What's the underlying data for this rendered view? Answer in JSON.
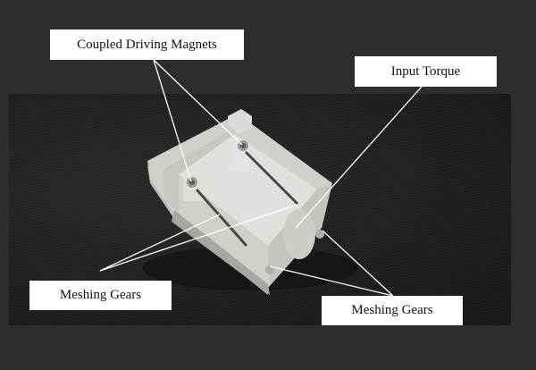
{
  "figure": {
    "background_color": "#2d2d2b",
    "photo_background": "#1e1e1d",
    "device_color": "#d9d7d3",
    "annotation_color": "#ffffff"
  },
  "labels": {
    "coupled_magnets": "Coupled Driving Magnets",
    "input_torque": "Input Torque",
    "meshing_gears_left": "Meshing Gears",
    "meshing_gears_right": "Meshing Gears"
  }
}
